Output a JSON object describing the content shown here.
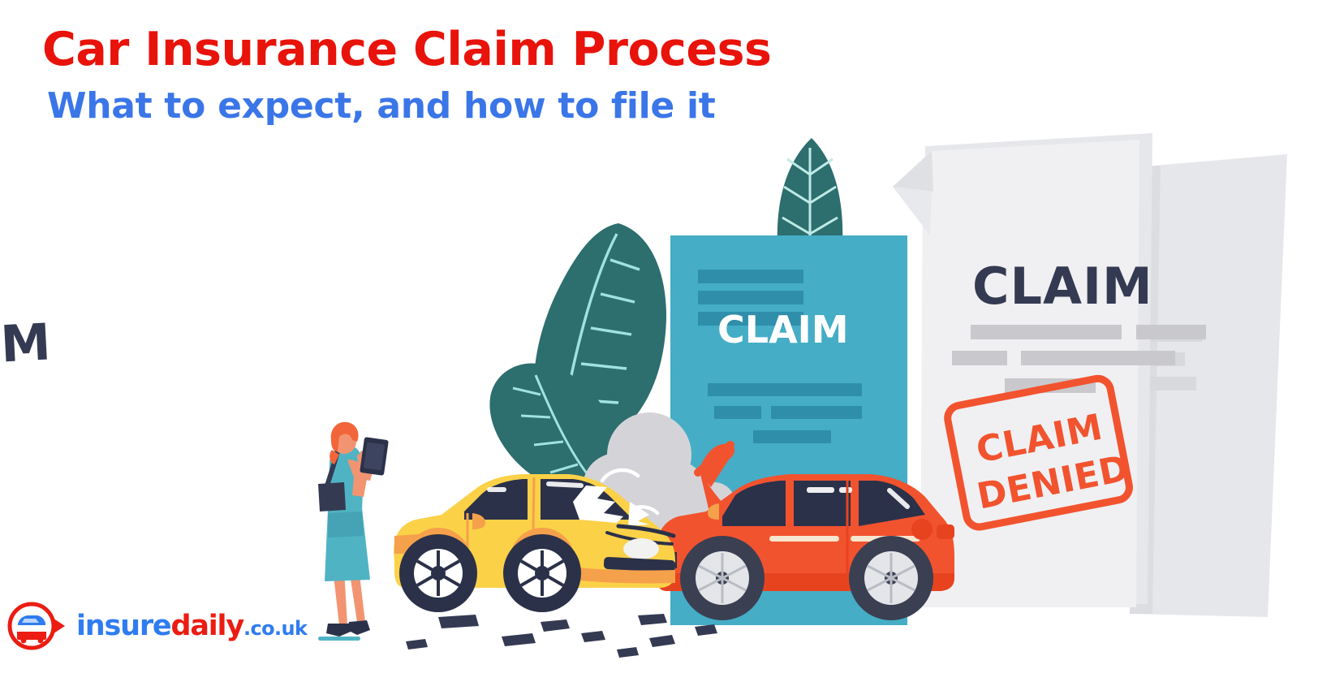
{
  "heading": {
    "title": "Car Insurance Claim Process",
    "subtitle": "What to expect, and how to file it",
    "title_color": "#e8130a",
    "subtitle_color": "#3b76e8"
  },
  "logo": {
    "icon_name": "insuredaily-car-pin-logo",
    "word_part1": "insure",
    "word_part2": "daily",
    "word_tld": ".co.uk",
    "color_blue": "#2f7cf0",
    "color_red": "#ec1c12"
  },
  "illustration": {
    "alt": "Two crashed cars in front of insurance claim documents with a CLAIM DENIED stamp",
    "documents": [
      {
        "id": "teal-claim-form",
        "heading": "CLAIM",
        "fill": "#45adc6",
        "bar_fill": "#2f8fab",
        "heading_color": "#ffffff"
      },
      {
        "id": "white-claim-form-front",
        "heading": "CLAIM",
        "fill": "#f0f0f2",
        "bar_fill": "#c9c9cd",
        "heading_color": "#343a52"
      },
      {
        "id": "white-claim-form-back",
        "heading": "M",
        "fill": "#e6e7ea",
        "bar_fill": "#d8d9dc",
        "heading_color": "#343a52"
      }
    ],
    "stamp": {
      "line1": "CLAIM",
      "line2": "DENIED",
      "color": "#f2532f",
      "rotation_deg": -11
    },
    "vehicles": [
      {
        "id": "yellow-car",
        "body_color": "#fbd148",
        "accent_color": "#f5a04b",
        "glass_color": "#2b3149",
        "damaged": true
      },
      {
        "id": "red-car",
        "body_color": "#f2532f",
        "accent_color": "#e8431f",
        "glass_color": "#2b3149",
        "hood_open": true
      }
    ],
    "person": {
      "id": "woman-with-phone",
      "dress_color": "#4fb3c4",
      "hair_color": "#f2653a",
      "skin_color": "#f29471",
      "bag_color": "#343a52"
    },
    "foliage": {
      "leaf_color": "#2d6e6e",
      "vein_color": "#9fe3e0"
    },
    "smoke": {
      "color": "#d4d4d8",
      "highlight": "#ffffff"
    },
    "debris": {
      "color": "#343a52",
      "count": 9
    }
  }
}
